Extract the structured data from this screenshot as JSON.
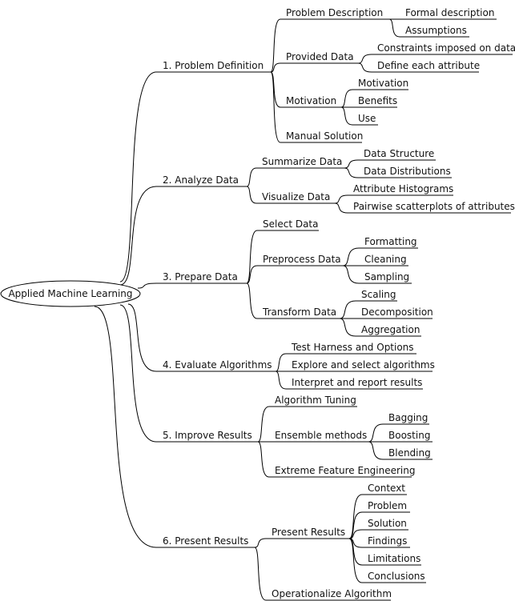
{
  "root": "Applied Machine Learning",
  "branches": [
    {
      "label": "1. Problem Definition",
      "children": [
        {
          "label": "Problem Description",
          "children": [
            {
              "label": "Formal description"
            },
            {
              "label": "Assumptions"
            }
          ]
        },
        {
          "label": "Provided Data",
          "children": [
            {
              "label": "Constraints imposed on data"
            },
            {
              "label": "Define each attribute"
            }
          ]
        },
        {
          "label": "Motivation",
          "children": [
            {
              "label": "Motivation"
            },
            {
              "label": "Benefits"
            },
            {
              "label": "Use"
            }
          ]
        },
        {
          "label": "Manual Solution"
        }
      ]
    },
    {
      "label": "2. Analyze Data",
      "children": [
        {
          "label": "Summarize Data",
          "children": [
            {
              "label": "Data Structure"
            },
            {
              "label": "Data Distributions"
            }
          ]
        },
        {
          "label": "Visualize Data",
          "children": [
            {
              "label": "Attribute Histograms"
            },
            {
              "label": "Pairwise scatterplots of attributes"
            }
          ]
        }
      ]
    },
    {
      "label": "3. Prepare Data",
      "children": [
        {
          "label": "Select Data"
        },
        {
          "label": "Preprocess Data",
          "children": [
            {
              "label": "Formatting"
            },
            {
              "label": "Cleaning"
            },
            {
              "label": "Sampling"
            }
          ]
        },
        {
          "label": "Transform Data",
          "children": [
            {
              "label": "Scaling"
            },
            {
              "label": "Decomposition"
            },
            {
              "label": "Aggregation"
            }
          ]
        }
      ]
    },
    {
      "label": "4. Evaluate Algorithms",
      "children": [
        {
          "label": "Test Harness and Options"
        },
        {
          "label": "Explore and select algorithms"
        },
        {
          "label": "Interpret and report results"
        }
      ]
    },
    {
      "label": "5. Improve Results",
      "children": [
        {
          "label": "Algorithm Tuning"
        },
        {
          "label": "Ensemble methods",
          "children": [
            {
              "label": "Bagging"
            },
            {
              "label": "Boosting"
            },
            {
              "label": "Blending"
            }
          ]
        },
        {
          "label": "Extreme Feature Engineering"
        }
      ]
    },
    {
      "label": "6. Present Results",
      "children": [
        {
          "label": "Present Results",
          "children": [
            {
              "label": "Context"
            },
            {
              "label": "Problem"
            },
            {
              "label": "Solution"
            },
            {
              "label": "Findings"
            },
            {
              "label": "Limitations"
            },
            {
              "label": "Conclusions"
            }
          ]
        },
        {
          "label": "Operationalize Algorithm"
        }
      ]
    }
  ]
}
